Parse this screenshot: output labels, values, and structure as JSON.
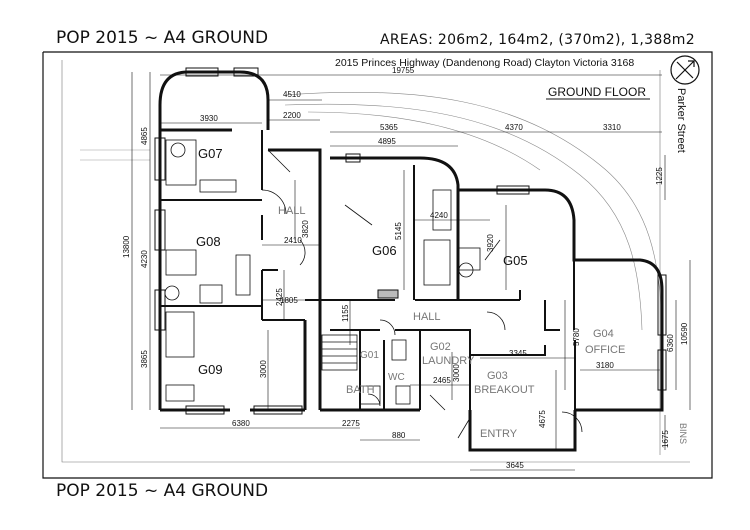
{
  "header": {
    "title_top": "POP 2015 ~ A4 GROUND",
    "areas": "AREAS:  206m2, 164m2, (370m2), 1,388m2",
    "address": "2015 Princes Highway (Dandenong Road) Clayton Victoria 3168",
    "floor_label": "GROUND FLOOR",
    "street": "Parker Street"
  },
  "footer": {
    "title_bottom": "POP 2015 ~ A4 GROUND"
  },
  "rooms": {
    "g07": "G07",
    "g08": "G08",
    "g09": "G09",
    "g06": "G06",
    "g05": "G05",
    "g04": "G04",
    "office": "OFFICE",
    "g01": "G01",
    "g02": "G02",
    "laundry": "LAUNDRY",
    "g03": "G03",
    "breakout": "BREAKOUT",
    "hall_left": "HALL",
    "hall_center": "HALL",
    "bath": "BATH",
    "wc": "WC",
    "entry": "ENTRY",
    "bins": "BINS"
  },
  "dimensions": {
    "d19755": "19755",
    "d4510": "4510",
    "d2200": "2200",
    "d3930": "3930",
    "d5365": "5365",
    "d4895": "4895",
    "d4370": "4370",
    "d3310": "3310",
    "d4865": "4865",
    "d13800": "13800",
    "d4230": "4230",
    "d3865": "3865",
    "d3820": "3820",
    "d2410": "2410",
    "d5145": "5145",
    "d4240": "4240",
    "d3920": "3920",
    "d1225": "1225",
    "d10590": "10590",
    "d6360": "6360",
    "d2425": "2425",
    "d1805": "1805",
    "d1155": "1155",
    "d3000a": "3000",
    "d3000b": "3000",
    "d3345": "3345",
    "d5780": "5780",
    "d3180": "3180",
    "d2465": "2465",
    "d4675": "4675",
    "d6380": "6380",
    "d2275": "2275",
    "d880": "880",
    "d3645": "3645",
    "d1675": "1675"
  }
}
